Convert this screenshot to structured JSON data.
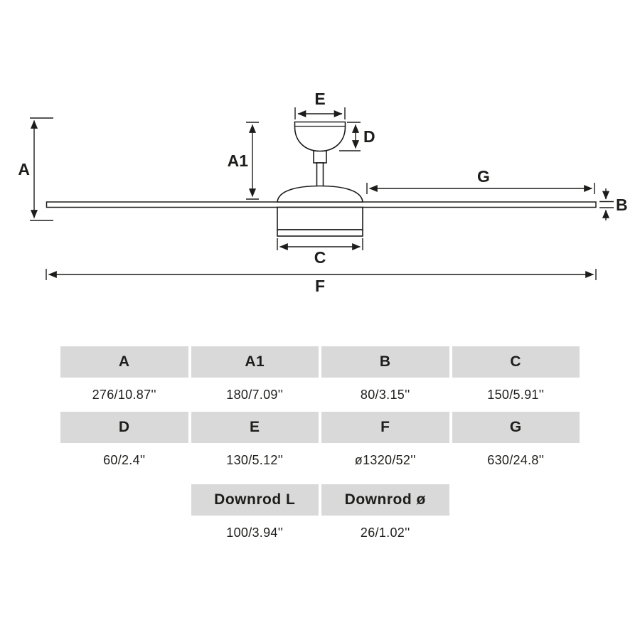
{
  "diagram": {
    "labels": {
      "A": "A",
      "A1": "A1",
      "B": "B",
      "C": "C",
      "D": "D",
      "E": "E",
      "F": "F",
      "G": "G"
    }
  },
  "table": {
    "headers1": [
      "A",
      "A1",
      "B",
      "C"
    ],
    "values1": [
      "276/10.87''",
      "180/7.09''",
      "80/3.15''",
      "150/5.91''"
    ],
    "headers2": [
      "D",
      "E",
      "F",
      "G"
    ],
    "values2": [
      "60/2.4''",
      "130/5.12''",
      "ø1320/52''",
      "630/24.8''"
    ],
    "headers3": [
      "Downrod L",
      "Downrod ø"
    ],
    "values3": [
      "100/3.94''",
      "26/1.02''"
    ]
  }
}
